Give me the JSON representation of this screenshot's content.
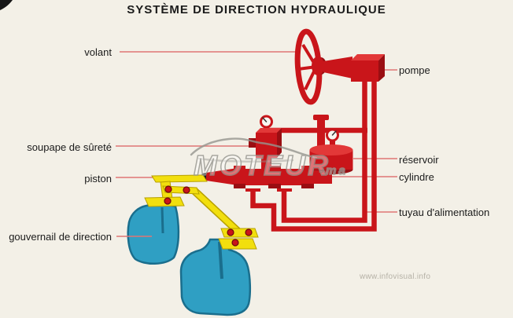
{
  "title": "SYSTÈME DE DIRECTION HYDRAULIQUE",
  "labels": {
    "volant": "volant",
    "soupape": "soupape de sûreté",
    "piston": "piston",
    "gouvernail": "gouvernail de direction",
    "pompe": "pompe",
    "reservoir": "réservoir",
    "cylindre": "cylindre",
    "tuyau": "tuyau d'alimentation"
  },
  "watermark": {
    "brand": "MOTEUR",
    "suffix": "-ma",
    "url": "www.infovisual.info"
  },
  "colors": {
    "red": "#c9151a",
    "red-dark": "#9a0e12",
    "red-light": "#e23838",
    "leader": "#e07575",
    "yellow": "#f2df0e",
    "yellow-dark": "#b7a000",
    "blue": "#2f9fc3",
    "blue-dark": "#1a6e8d",
    "background": "#f3f0e7",
    "text": "#1b1b1b",
    "watermark": "#96968f",
    "url-gray": "#b5b1a6"
  }
}
